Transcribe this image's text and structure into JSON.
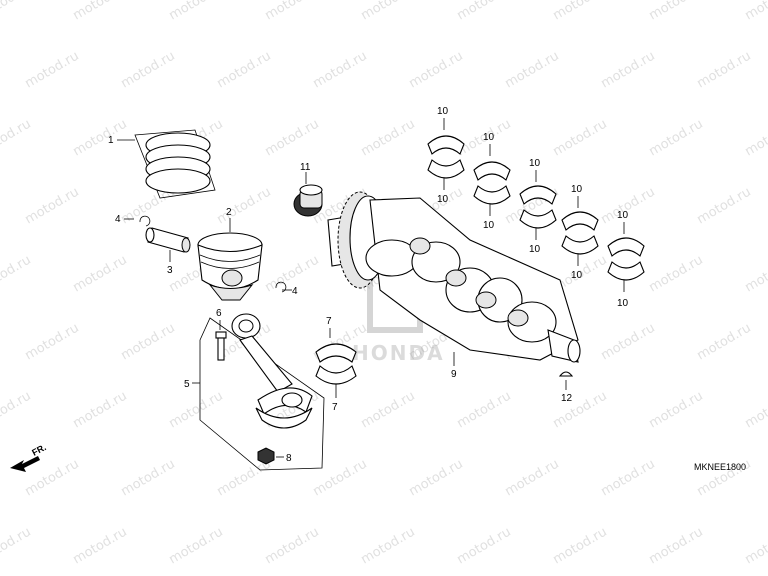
{
  "watermark": "motod.ru",
  "direction_label": "FR.",
  "diagram_code": "MKNEE1800",
  "brand_mark": "HONDA",
  "callouts": {
    "piston_rings": "1",
    "piston": "2",
    "piston_pin": "3",
    "clip_left": "4",
    "clip_right": "4",
    "connecting_rod": "5",
    "rod_bolt": "6",
    "rod_bearing_top": "7",
    "rod_bearing_bottom": "7",
    "rod_nut": "8",
    "crankshaft": "9",
    "main_bearing_1_top": "10",
    "main_bearing_1_bottom": "10",
    "main_bearing_2_top": "10",
    "main_bearing_2_bottom": "10",
    "main_bearing_3_top": "10",
    "main_bearing_3_bottom": "10",
    "main_bearing_4_top": "10",
    "main_bearing_4_bottom": "10",
    "main_bearing_5_top": "10",
    "main_bearing_5_bottom": "10",
    "gear": "11",
    "key": "12"
  },
  "colors": {
    "line": "#000000",
    "watermark": "#c8c8c8",
    "background": "#ffffff"
  }
}
